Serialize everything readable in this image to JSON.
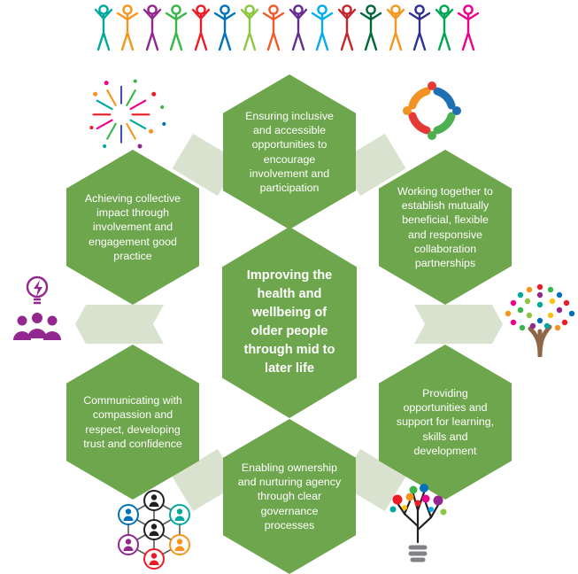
{
  "center": {
    "label": "Improving the health and wellbeing of older people through mid to later life"
  },
  "hexagons": {
    "top": {
      "label": "Ensuring inclusive and accessible opportunities to encourage involvement and participation"
    },
    "top_right": {
      "label": "Working together to establish mutually beneficial, flexible and responsive collaboration partnerships"
    },
    "bottom_right": {
      "label": "Providing opportunities and support for learning, skills and development"
    },
    "bottom": {
      "label": "Enabling ownership and nurturing agency through clear governance processes"
    },
    "bottom_left": {
      "label": "Communicating with compassion and respect, developing trust and confidence"
    },
    "top_left": {
      "label": "Achieving collective impact through involvement and engagement good practice"
    }
  },
  "icons": {
    "banner": "diverse-people-banner",
    "fireworks": "fireworks-burst",
    "teamwork": "teamwork-circle",
    "hand_tree": "hand-print-tree",
    "idea_team": "team-idea-lightbulb",
    "network": "people-network",
    "idea_tree": "idea-tree-lightbulb"
  },
  "colors": {
    "hex_green": "#6EA64D",
    "connector": "#D9E2CF",
    "text": "#FFFFFF"
  }
}
